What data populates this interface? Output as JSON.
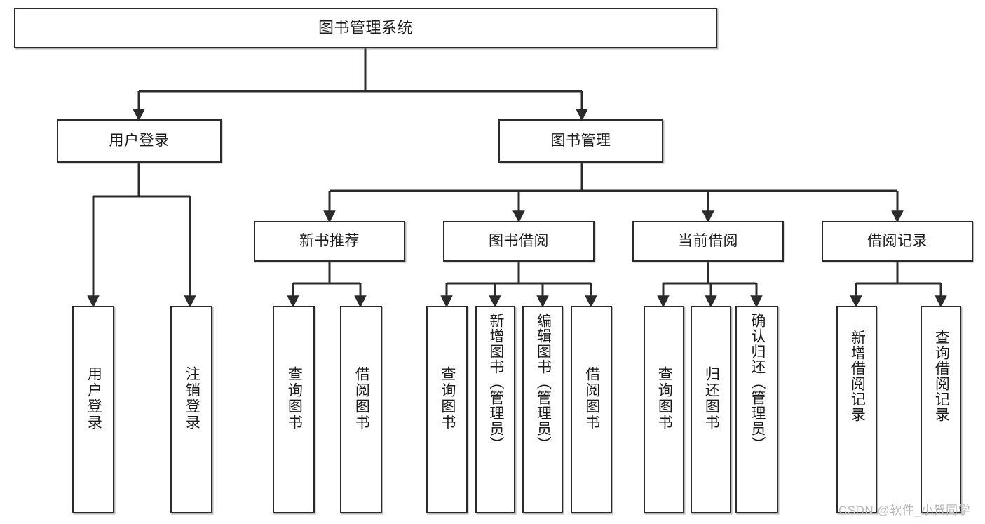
{
  "diagram": {
    "title": "图书管理系统",
    "type": "hierarchy-tree",
    "root": {
      "label": "图书管理系统"
    },
    "level2": [
      {
        "label": "用户登录"
      },
      {
        "label": "图书管理"
      }
    ],
    "level3": [
      {
        "label": "新书推荐"
      },
      {
        "label": "图书借阅"
      },
      {
        "label": "当前借阅"
      },
      {
        "label": "借阅记录"
      }
    ],
    "leaves": {
      "user_login": [
        {
          "label": "用户登录"
        },
        {
          "label": "注销登录"
        }
      ],
      "new_book_recommend": [
        {
          "label": "查询图书"
        },
        {
          "label": "借阅图书"
        }
      ],
      "book_borrow": [
        {
          "label": "查询图书"
        },
        {
          "label": "新增图书（管理员）"
        },
        {
          "label": "编辑图书（管理员）"
        },
        {
          "label": "借阅图书"
        }
      ],
      "current_borrow": [
        {
          "label": "查询图书"
        },
        {
          "label": "归还图书"
        },
        {
          "label": "确认归还（管理员）"
        }
      ],
      "borrow_record": [
        {
          "label": "新增借阅记录"
        },
        {
          "label": "查询借阅记录"
        }
      ]
    }
  },
  "watermark": {
    "text": "CSDN @软件_小贺同学"
  },
  "colors": {
    "border": "#2b2b2b",
    "background": "#ffffff",
    "text": "#1a1a1a",
    "watermark": "#b9b9b9",
    "connector": "#2b2b2b"
  }
}
